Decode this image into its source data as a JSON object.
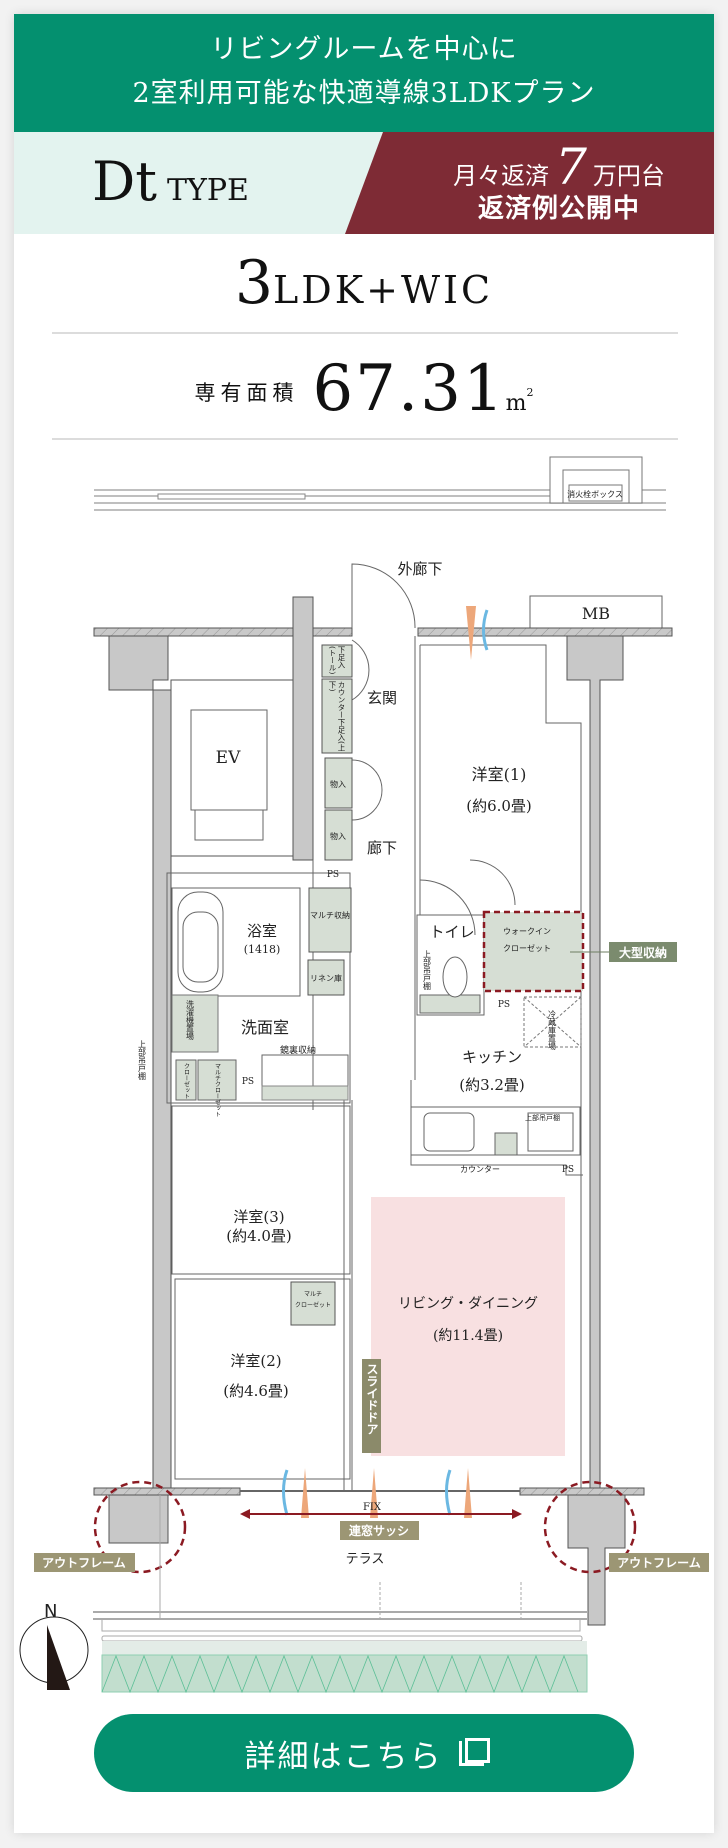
{
  "header": {
    "line1": "リビングルームを中心に",
    "line2": "2室利用可能な快適導線3LDKプラン"
  },
  "type_band": {
    "type_name": "Dt",
    "type_suffix": "TYPE",
    "repay_prefix": "月々返済",
    "repay_number": "7",
    "repay_suffix": "万円台",
    "repay_line2": "返済例公開中"
  },
  "layout": {
    "number": "3",
    "rest": "LDK+WIC"
  },
  "area": {
    "label": "専有面積",
    "value": "67.31",
    "unit": "m",
    "unit_sup": "2"
  },
  "floorplan": {
    "hydrant_box": "消火栓ボックス",
    "outer_corridor": "外廊下",
    "mb": "MB",
    "ev": "EV",
    "entrance": "玄関",
    "shoe_tall": "下足入(トール)",
    "shoe_counter": "カウンター下足入(上下)",
    "storage1": "物入",
    "storage2": "物入",
    "hallway": "廊下",
    "bedroom1": "洋室(1)",
    "bedroom1_size": "(約6.0畳)",
    "ps1": "PS",
    "ps2": "PS",
    "ps3": "PS",
    "ps4": "PS",
    "multi_storage": "マルチ収納",
    "bathroom": "浴室",
    "bath_size": "(1418)",
    "linen": "リネン庫",
    "toilet": "トイレ",
    "upper_cabinet1": "上部吊戸棚",
    "upper_cabinet2": "上部吊戸棚",
    "upper_cabinet3": "上部吊戸棚",
    "wic_line1": "ウォークイン",
    "wic_line2": "クローゼット",
    "large_storage": "大型収納",
    "washer": "洗濯機置場",
    "washroom": "洗面室",
    "closet": "クローゼット",
    "multi_closet1": "マルチクローゼット",
    "mirror_storage": "鏡裏収納",
    "fridge": "冷蔵庫置場",
    "kitchen": "キッチン",
    "kitchen_size": "(約3.2畳)",
    "counter": "カウンター",
    "bedroom3": "洋室(3)",
    "bedroom3_size": "(約4.0畳)",
    "multi_closet2_l1": "マルチ",
    "multi_closet2_l2": "クローゼット",
    "bedroom2": "洋室(2)",
    "bedroom2_size": "(約4.6畳)",
    "living": "リビング・ダイニング",
    "living_size": "(約11.4畳)",
    "slide_door": "スライドドア",
    "fix": "FIX",
    "sash": "連窓サッシ",
    "terrace": "テラス",
    "outframe_left": "アウトフレーム",
    "outframe_right": "アウトフレーム",
    "north": "N"
  },
  "cta": {
    "label": "詳細はこちら"
  },
  "colors": {
    "brand_green": "#04906f",
    "maroon": "#7e2b35",
    "mint": "#e3f3ef",
    "label_olive": "#9c9674",
    "ld_pink": "#f8e0e1"
  }
}
